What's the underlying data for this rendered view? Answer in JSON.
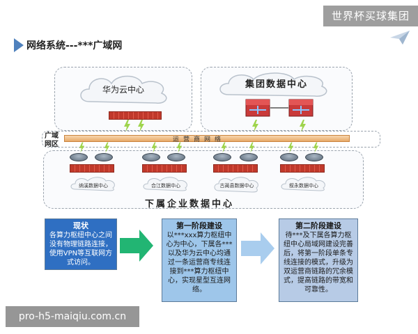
{
  "watermark": {
    "brand": "世界杯买球集团",
    "site": "pro-h5-maiqiu.com.cn"
  },
  "title": "网络系统---***广域网",
  "diagram": {
    "huawei_cloud": "华为云中心",
    "group_dc": "集团数据中心",
    "wan_label_line1": "广域",
    "wan_label_line2": "网区",
    "carrier_network": "运营商网络",
    "sub_centers": [
      "纳溪数据中心",
      "合江数据中心",
      "古蔺县数据中心",
      "叙永数据中心"
    ],
    "section_label": "下属企业数据中心"
  },
  "stages": {
    "current": {
      "title": "现状",
      "body": "各算力枢纽中心之间没有物理链路连接，使用VPN等互联网方式访问。"
    },
    "phase1": {
      "title": "第一阶段建设",
      "body": "以***xxx算力枢纽中心为中心，下属各***以及华为云中心均通过一条运营商专线连接到***算力枢纽中心，实现星型互连网络。"
    },
    "phase2": {
      "title": "第二阶段建设",
      "body": "待***及下属各算力枢纽中心局域网建设完善后，将第一阶段单条专线连接的模式，升级为双运营商链路的冗余模式，提高链路的带宽和可靠性。"
    }
  },
  "colors": {
    "accent": "#4f81bd",
    "firewall": "#c0392b",
    "box1": "#2f6fc2",
    "box2": "#9ec6ea",
    "box3": "#b7cbe6",
    "arrow": "#22b573"
  }
}
